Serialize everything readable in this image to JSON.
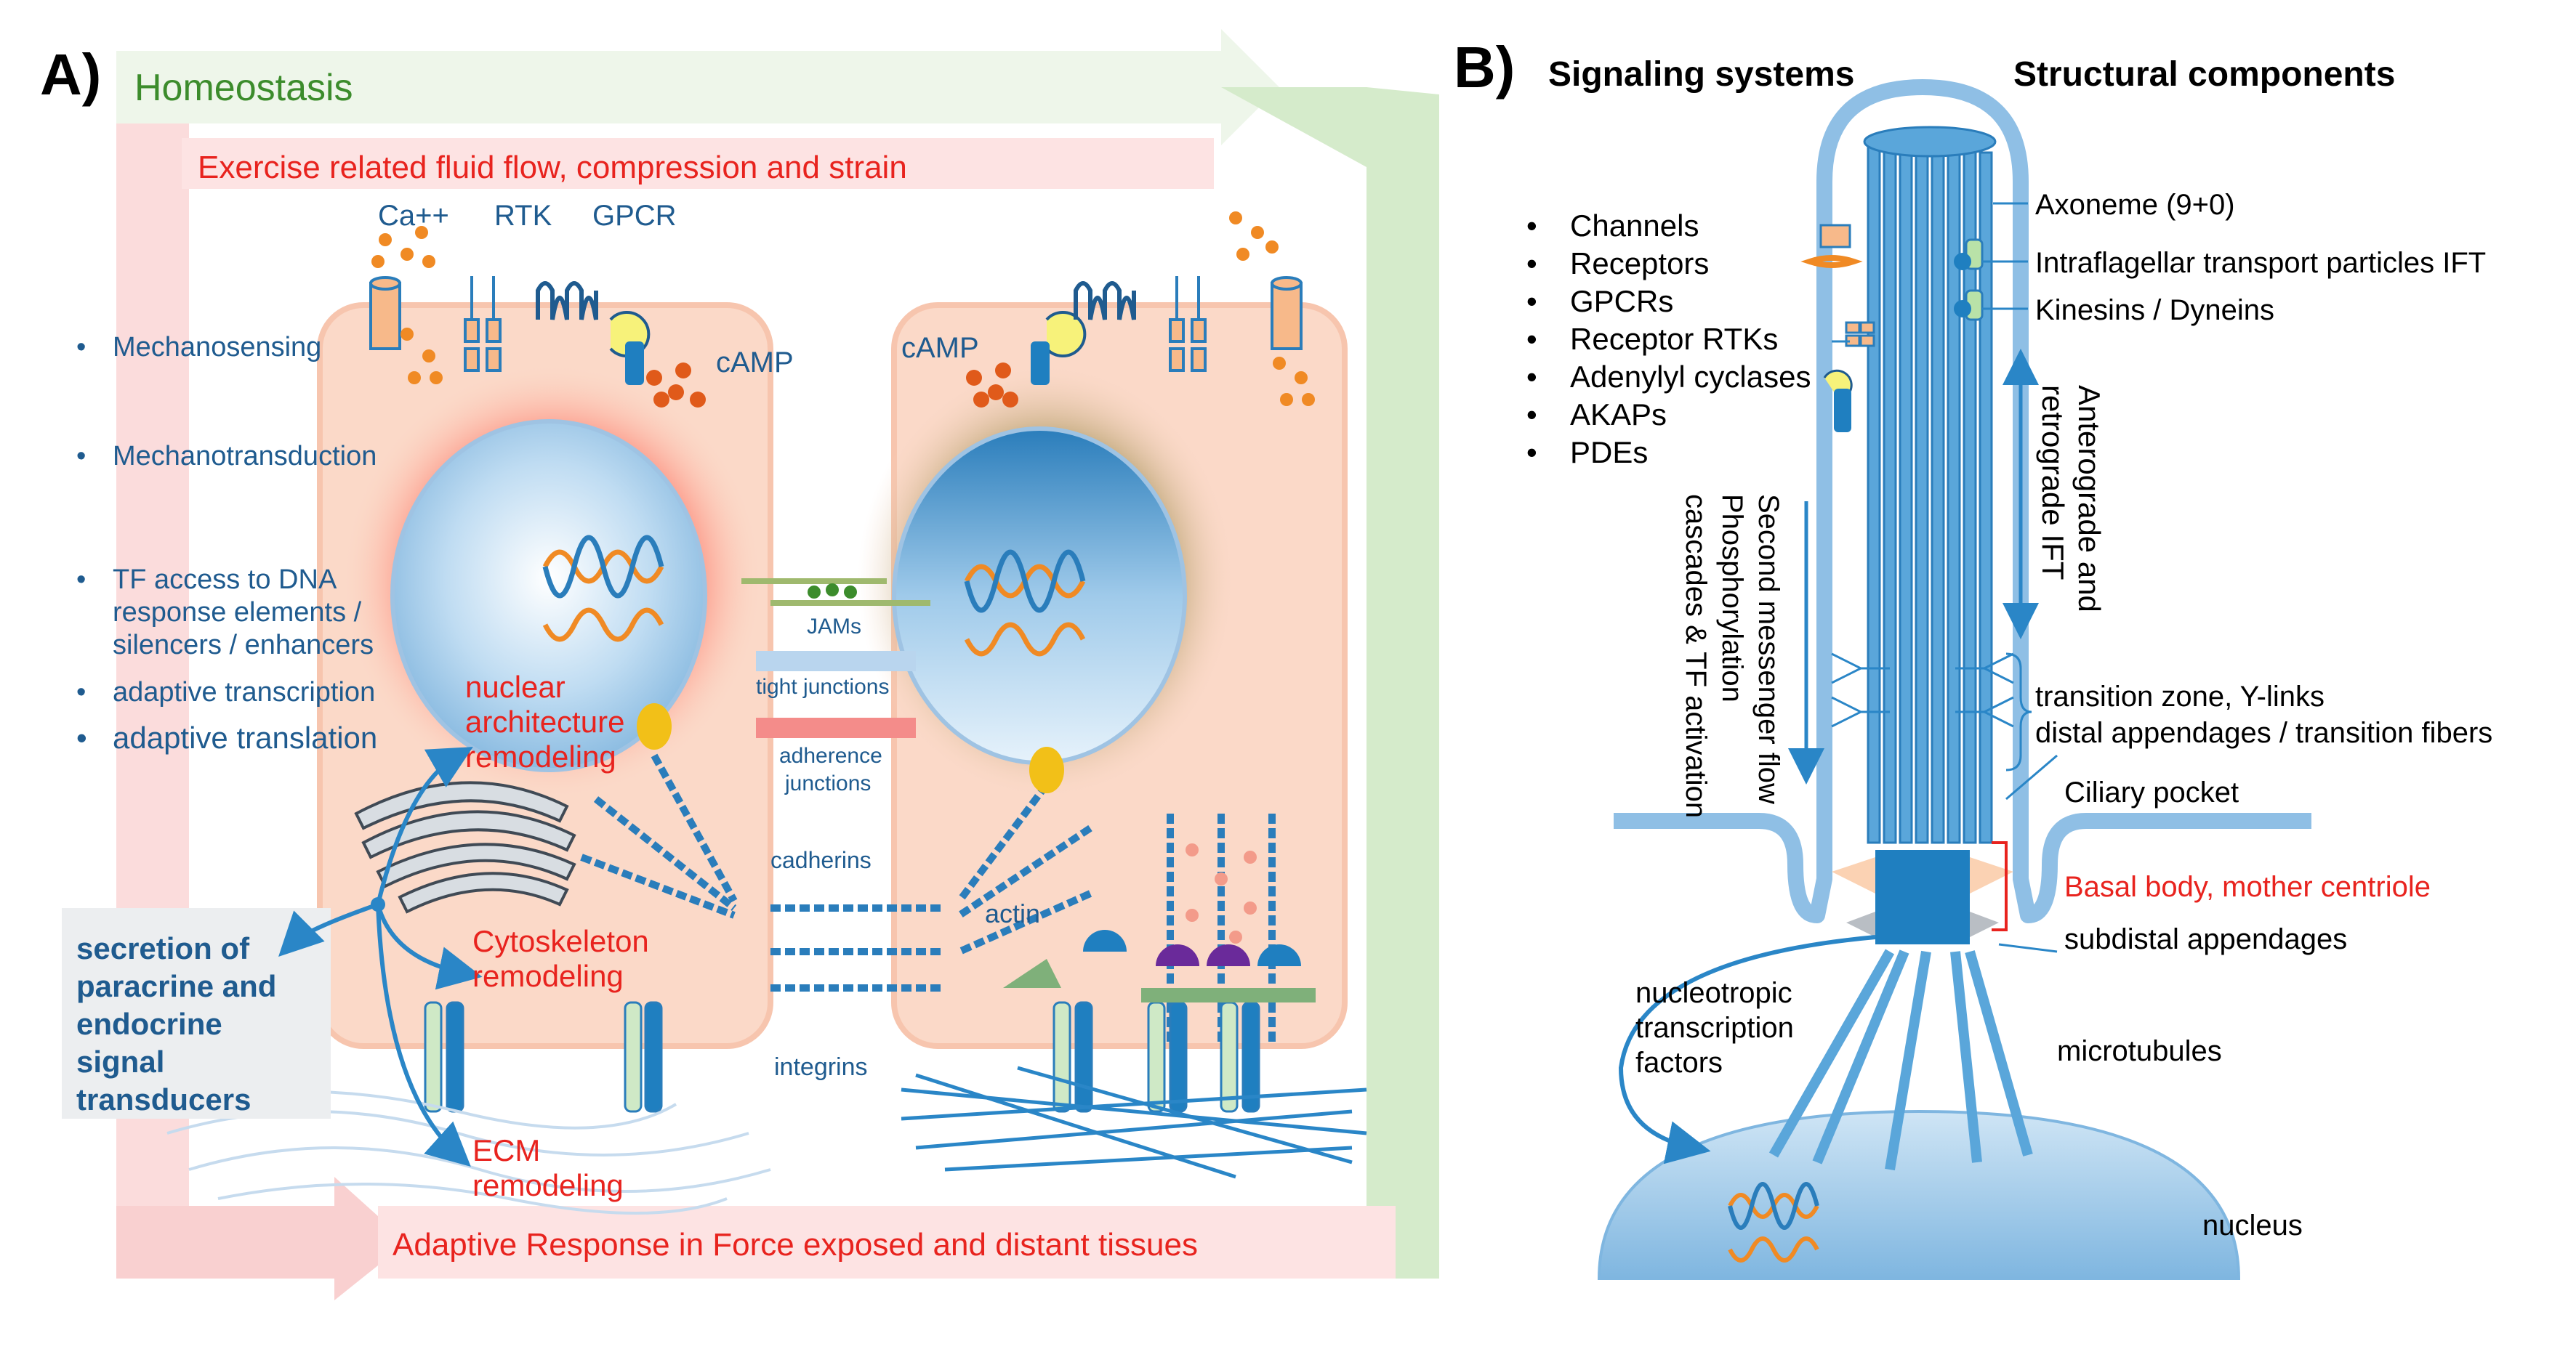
{
  "panel_a": {
    "label": "A)",
    "homeostasis": "Homeostasis",
    "exercise": "Exercise related fluid flow, compression and strain",
    "adaptive": "Adaptive Response in Force exposed and distant tissues",
    "receptors": {
      "ca": "Ca++",
      "rtk": "RTK",
      "gpcr": "GPCR"
    },
    "camp_left": "cAMP",
    "camp_right": "cAMP",
    "bullets": [
      "Mechanosensing",
      "Mechanotransduction",
      "TF access to DNA",
      "response elements /",
      "silencers / enhancers",
      "adaptive transcription",
      "adaptive translation"
    ],
    "nuclear": [
      "nuclear",
      "architecture",
      "remodeling"
    ],
    "cytoskeleton": [
      "Cytoskeleton",
      "remodeling"
    ],
    "ecm": [
      "ECM",
      "remodeling"
    ],
    "secretion": [
      "secretion of",
      "paracrine and",
      "endocrine",
      "signal",
      "transducers"
    ],
    "junctions": {
      "jams": "JAMs",
      "tight": "tight junctions",
      "adherence": [
        "adherence",
        "junctions"
      ],
      "cadherins": "cadherins",
      "actin": "actin",
      "integrins": "integrins"
    }
  },
  "panel_b": {
    "label": "B)",
    "signaling_title": "Signaling systems",
    "structural_title": "Structural components",
    "signaling_list": [
      "Channels",
      "Receptors",
      "GPCRs",
      "Receptor RTKs",
      "Adenylyl cyclases",
      "AKAPs",
      "PDEs"
    ],
    "axoneme": "Axoneme (9+0)",
    "ift": "Intraflagellar transport particles IFT",
    "kinesins": "Kinesins / Dyneins",
    "anterograde": [
      "Anterograde and",
      "retrograde IFT"
    ],
    "second_messenger": [
      "Second messenger flow",
      "Phosphorylation",
      "cascades & TF activation"
    ],
    "transition": [
      "transition zone, Y-links",
      "distal appendages / transition fibers"
    ],
    "ciliary_pocket": "Ciliary pocket",
    "basal_body": "Basal body, mother centriole",
    "subdistal": "subdistal appendages",
    "nucleotropic": [
      "nucleotropic",
      "transcription",
      "factors"
    ],
    "microtubules": "microtubules",
    "nucleus": "nucleus"
  },
  "colors": {
    "green": "#3c8c2c",
    "red": "#e8231e",
    "blue": "#1f5b8f",
    "cilium": "#7fb6e0",
    "cell": "#fbd9c8"
  }
}
